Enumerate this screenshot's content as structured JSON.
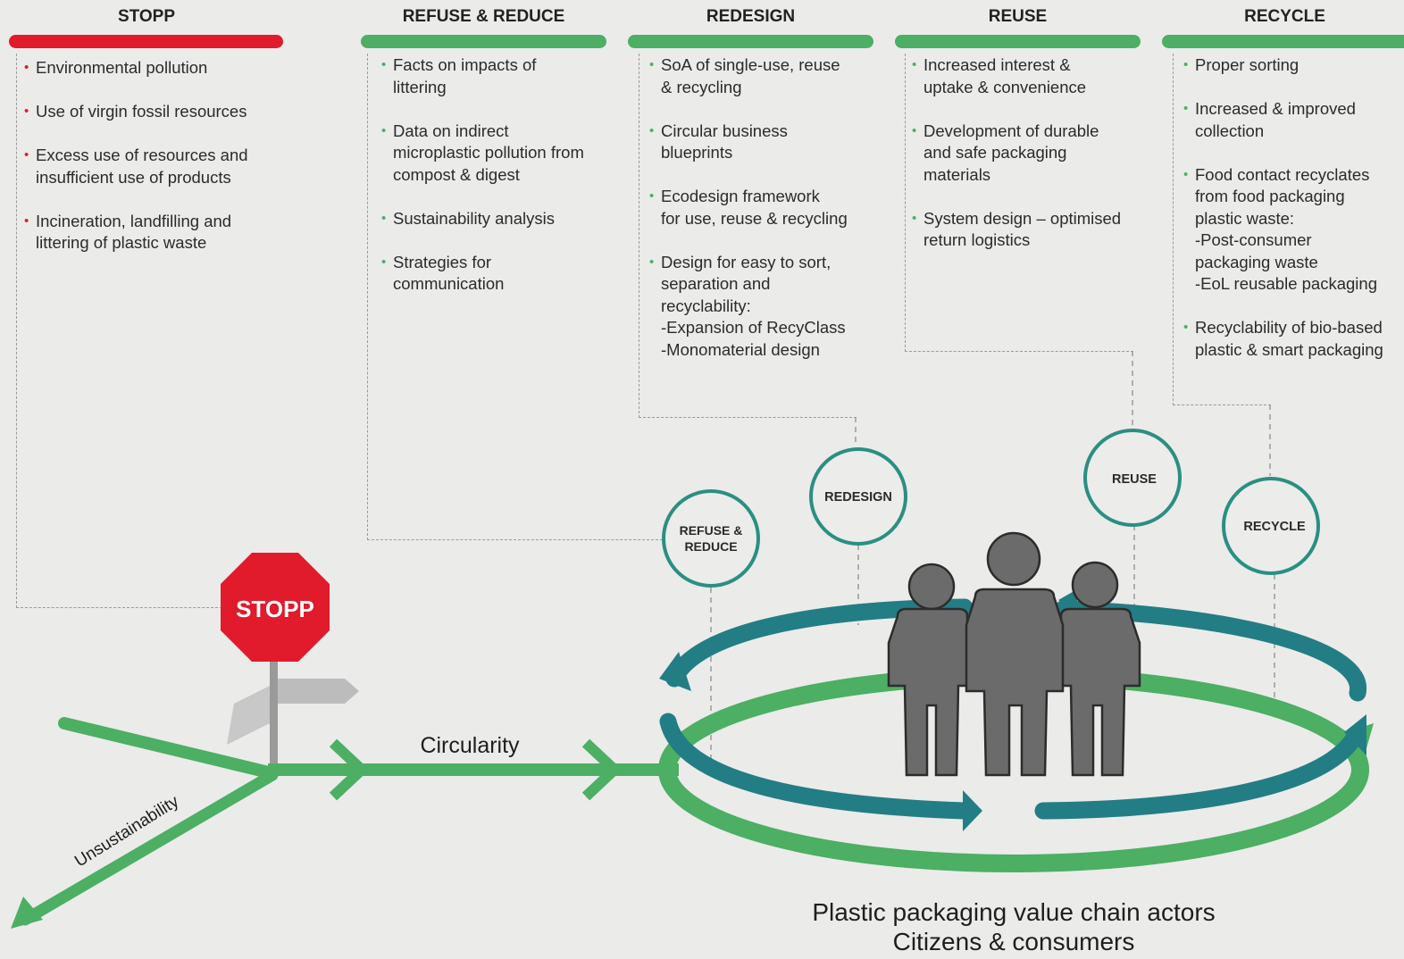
{
  "columns": [
    {
      "title": "STOPP",
      "bullets": [
        "Environmental pollution",
        "Use of virgin fossil resources",
        "Excess use of resources and\ninsufficient use of products",
        "Incineration, landfilling and\nlittering of plastic waste"
      ]
    },
    {
      "title": "REFUSE & REDUCE",
      "bullets": [
        "Facts on impacts of\nlittering",
        "Data on indirect\nmicroplastic pollution from\ncompost & digest",
        "Sustainability analysis",
        "Strategies for\ncommunication"
      ]
    },
    {
      "title": "REDESIGN",
      "bullets": [
        "SoA of single-use, reuse\n& recycling",
        "Circular business\nblueprints",
        "Ecodesign framework\nfor use, reuse & recycling",
        "Design for easy to sort,\nseparation and\nrecyclability:\n  -Expansion of RecyClass\n  -Monomaterial design"
      ]
    },
    {
      "title": "REUSE",
      "bullets": [
        "Increased interest &\nuptake & convenience",
        "Development of durable\nand safe packaging\nmaterials",
        "System design – optimised\nreturn logistics"
      ]
    },
    {
      "title": "RECYCLE",
      "bullets": [
        "Proper sorting",
        "Increased & improved\ncollection",
        "Food contact recyclates\nfrom food packaging\nplastic waste:\n  -Post-consumer\npackaging waste\n  -EoL reusable packaging",
        "Recyclability of bio-based\nplastic & smart packaging"
      ]
    }
  ],
  "stop_sign": "STOPP",
  "circles": {
    "refuse_reduce": [
      "REFUSE &",
      "REDUCE"
    ],
    "redesign": "REDESIGN",
    "reuse": "REUSE",
    "recycle": "RECYCLE"
  },
  "labels": {
    "circularity": "Circularity",
    "unsustainability": "Unsustainability"
  },
  "caption": [
    "Plastic packaging value chain actors",
    "Citizens & consumers"
  ],
  "colors": {
    "green": "#4caf63",
    "red": "#e11b2b",
    "teal": "#237d85",
    "person": "#6b6b6b"
  }
}
